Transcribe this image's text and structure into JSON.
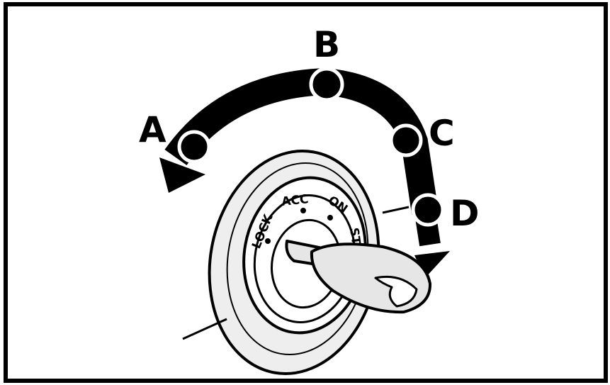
{
  "diagram": {
    "arc_labels": {
      "a": "A",
      "b": "B",
      "c": "C",
      "d": "D"
    },
    "switch_positions": {
      "lock": "LOCK",
      "acc": "ACC",
      "on": "ON",
      "start": "ST"
    },
    "colors": {
      "ink": "#000000",
      "paper": "#ffffff",
      "key_fill": "#e6e6e6",
      "bezel_fill": "#eeeeee"
    }
  }
}
